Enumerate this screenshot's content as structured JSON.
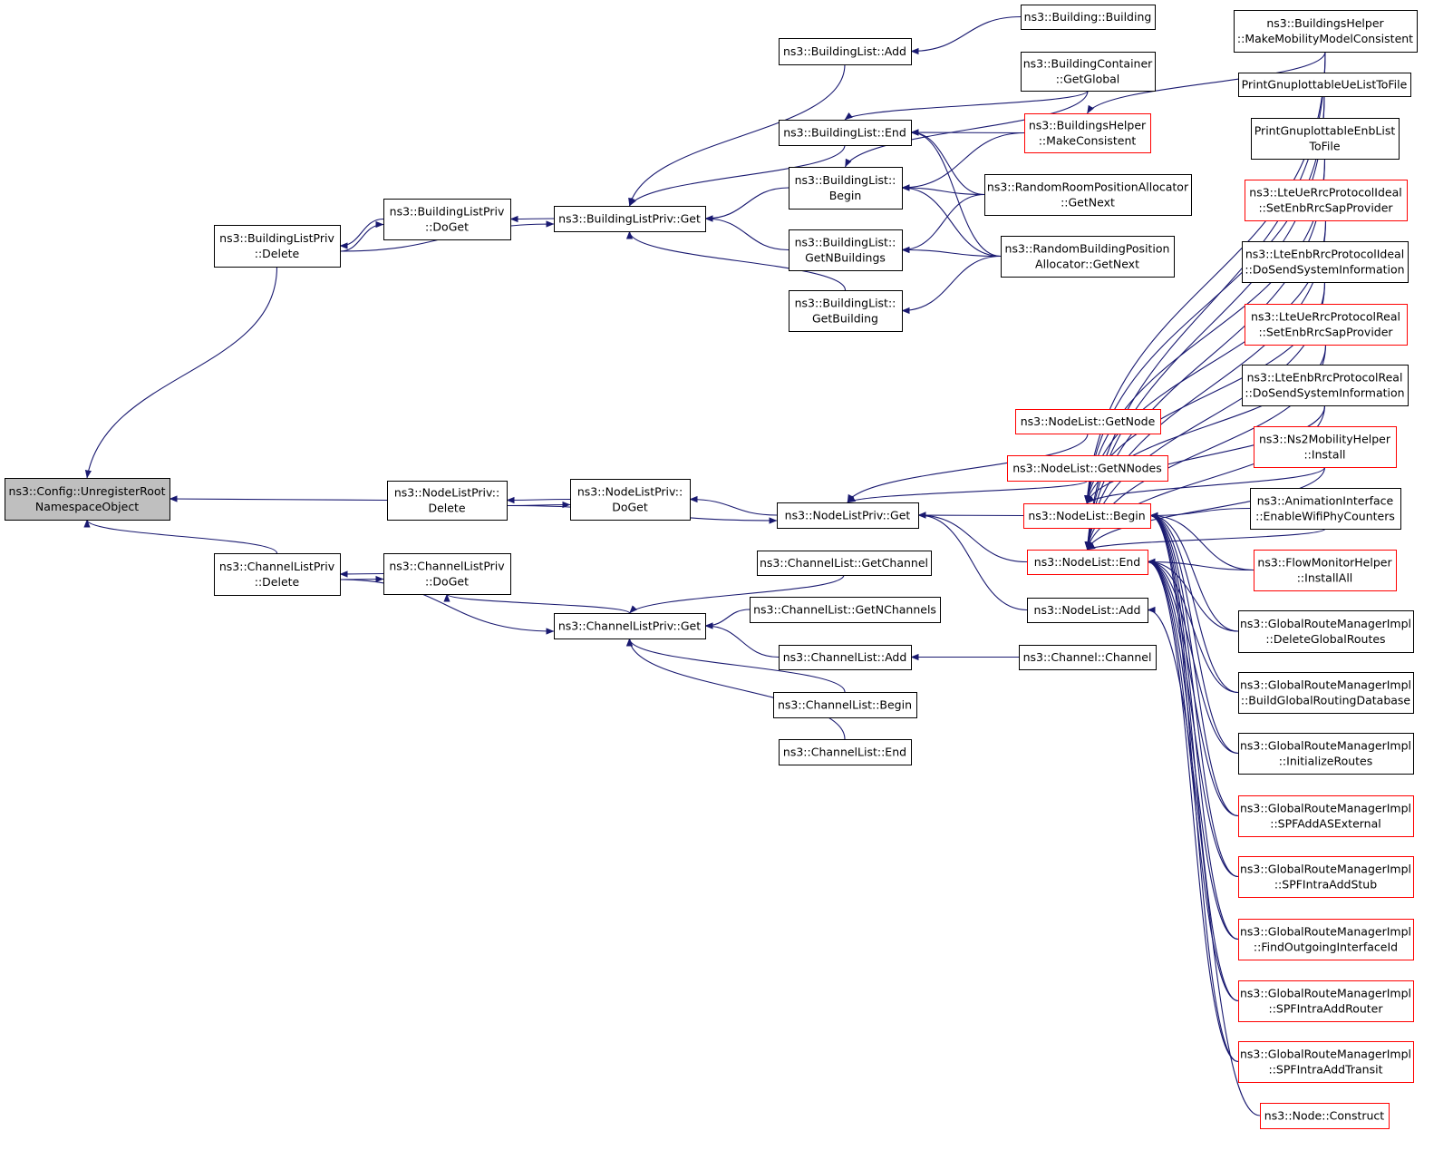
{
  "colors": {
    "edge": "#191970",
    "border_normal": "#000000",
    "border_red": "#ff0000",
    "root_fill": "#bfbfbf",
    "node_fill": "#ffffff",
    "text": "#000000"
  },
  "nodes": [
    {
      "id": "root",
      "lines": [
        "ns3::Config::UnregisterRoot",
        "NamespaceObject"
      ],
      "style": "root"
    },
    {
      "id": "blp_delete",
      "lines": [
        "ns3::BuildingListPriv",
        "::Delete"
      ],
      "style": "normal"
    },
    {
      "id": "nlp_delete",
      "lines": [
        "ns3::NodeListPriv::",
        "Delete"
      ],
      "style": "normal"
    },
    {
      "id": "clp_delete",
      "lines": [
        "ns3::ChannelListPriv",
        "::Delete"
      ],
      "style": "normal"
    },
    {
      "id": "blp_doget",
      "lines": [
        "ns3::BuildingListPriv",
        "::DoGet"
      ],
      "style": "normal"
    },
    {
      "id": "nlp_doget",
      "lines": [
        "ns3::NodeListPriv::",
        "DoGet"
      ],
      "style": "normal"
    },
    {
      "id": "clp_doget",
      "lines": [
        "ns3::ChannelListPriv",
        "::DoGet"
      ],
      "style": "normal"
    },
    {
      "id": "blp_get",
      "lines": [
        "ns3::BuildingListPriv::Get"
      ],
      "style": "normal"
    },
    {
      "id": "nlp_get",
      "lines": [
        "ns3::NodeListPriv::Get"
      ],
      "style": "normal"
    },
    {
      "id": "clp_get",
      "lines": [
        "ns3::ChannelListPriv::Get"
      ],
      "style": "normal"
    },
    {
      "id": "bl_add",
      "lines": [
        "ns3::BuildingList::Add"
      ],
      "style": "normal"
    },
    {
      "id": "bl_end",
      "lines": [
        "ns3::BuildingList::End"
      ],
      "style": "normal"
    },
    {
      "id": "bl_begin",
      "lines": [
        "ns3::BuildingList::",
        "Begin"
      ],
      "style": "normal"
    },
    {
      "id": "bl_getn",
      "lines": [
        "ns3::BuildingList::",
        "GetNBuildings"
      ],
      "style": "normal"
    },
    {
      "id": "bl_getb",
      "lines": [
        "ns3::BuildingList::",
        "GetBuilding"
      ],
      "style": "normal"
    },
    {
      "id": "b_building",
      "lines": [
        "ns3::Building::Building"
      ],
      "style": "normal"
    },
    {
      "id": "bc_getglobal",
      "lines": [
        "ns3::BuildingContainer",
        "::GetGlobal"
      ],
      "style": "normal"
    },
    {
      "id": "bh_makeconsistent",
      "lines": [
        "ns3::BuildingsHelper",
        "::MakeConsistent"
      ],
      "style": "red"
    },
    {
      "id": "rrpa_getnext",
      "lines": [
        "ns3::RandomRoomPositionAllocator",
        "::GetNext"
      ],
      "style": "normal"
    },
    {
      "id": "rbpa_getnext",
      "lines": [
        "ns3::RandomBuildingPosition",
        "Allocator::GetNext"
      ],
      "style": "normal"
    },
    {
      "id": "nl_getnode",
      "lines": [
        "ns3::NodeList::GetNode"
      ],
      "style": "red"
    },
    {
      "id": "nl_getnnodes",
      "lines": [
        "ns3::NodeList::GetNNodes"
      ],
      "style": "red"
    },
    {
      "id": "nl_begin",
      "lines": [
        "ns3::NodeList::Begin"
      ],
      "style": "red"
    },
    {
      "id": "nl_end",
      "lines": [
        "ns3::NodeList::End"
      ],
      "style": "red"
    },
    {
      "id": "nl_add",
      "lines": [
        "ns3::NodeList::Add"
      ],
      "style": "normal"
    },
    {
      "id": "cl_getchannel",
      "lines": [
        "ns3::ChannelList::GetChannel"
      ],
      "style": "normal"
    },
    {
      "id": "cl_getnchannels",
      "lines": [
        "ns3::ChannelList::GetNChannels"
      ],
      "style": "normal"
    },
    {
      "id": "cl_add",
      "lines": [
        "ns3::ChannelList::Add"
      ],
      "style": "normal"
    },
    {
      "id": "cl_begin",
      "lines": [
        "ns3::ChannelList::Begin"
      ],
      "style": "normal"
    },
    {
      "id": "cl_end",
      "lines": [
        "ns3::ChannelList::End"
      ],
      "style": "normal"
    },
    {
      "id": "ch_channel",
      "lines": [
        "ns3::Channel::Channel"
      ],
      "style": "normal"
    },
    {
      "id": "bh_mmmc",
      "lines": [
        "ns3::BuildingsHelper",
        "::MakeMobilityModelConsistent"
      ],
      "style": "normal"
    },
    {
      "id": "pgue",
      "lines": [
        "PrintGnuplottableUeListToFile"
      ],
      "style": "normal"
    },
    {
      "id": "pgenb",
      "lines": [
        "PrintGnuplottableEnbList",
        "ToFile"
      ],
      "style": "normal"
    },
    {
      "id": "lue_ideal",
      "lines": [
        "ns3::LteUeRrcProtocolIdeal",
        "::SetEnbRrcSapProvider"
      ],
      "style": "red"
    },
    {
      "id": "lenb_ideal",
      "lines": [
        "ns3::LteEnbRrcProtocolIdeal",
        "::DoSendSystemInformation"
      ],
      "style": "normal"
    },
    {
      "id": "lue_real",
      "lines": [
        "ns3::LteUeRrcProtocolReal",
        "::SetEnbRrcSapProvider"
      ],
      "style": "red"
    },
    {
      "id": "lenb_real",
      "lines": [
        "ns3::LteEnbRrcProtocolReal",
        "::DoSendSystemInformation"
      ],
      "style": "normal"
    },
    {
      "id": "ns2",
      "lines": [
        "ns3::Ns2MobilityHelper",
        "::Install"
      ],
      "style": "red"
    },
    {
      "id": "anim",
      "lines": [
        "ns3::AnimationInterface",
        "::EnableWifiPhyCounters"
      ],
      "style": "normal"
    },
    {
      "id": "flowmon",
      "lines": [
        "ns3::FlowMonitorHelper",
        "::InstallAll"
      ],
      "style": "red"
    },
    {
      "id": "grm_delete",
      "lines": [
        "ns3::GlobalRouteManagerImpl",
        "::DeleteGlobalRoutes"
      ],
      "style": "normal"
    },
    {
      "id": "grm_build",
      "lines": [
        "ns3::GlobalRouteManagerImpl",
        "::BuildGlobalRoutingDatabase"
      ],
      "style": "normal"
    },
    {
      "id": "grm_init",
      "lines": [
        "ns3::GlobalRouteManagerImpl",
        "::InitializeRoutes"
      ],
      "style": "normal"
    },
    {
      "id": "grm_spfext",
      "lines": [
        "ns3::GlobalRouteManagerImpl",
        "::SPFAddASExternal"
      ],
      "style": "red"
    },
    {
      "id": "grm_spfstub",
      "lines": [
        "ns3::GlobalRouteManagerImpl",
        "::SPFIntraAddStub"
      ],
      "style": "red"
    },
    {
      "id": "grm_find",
      "lines": [
        "ns3::GlobalRouteManagerImpl",
        "::FindOutgoingInterfaceId"
      ],
      "style": "red"
    },
    {
      "id": "grm_spfrouter",
      "lines": [
        "ns3::GlobalRouteManagerImpl",
        "::SPFIntraAddRouter"
      ],
      "style": "red"
    },
    {
      "id": "grm_spftransit",
      "lines": [
        "ns3::GlobalRouteManagerImpl",
        "::SPFIntraAddTransit"
      ],
      "style": "red"
    },
    {
      "id": "node_construct",
      "lines": [
        "ns3::Node::Construct"
      ],
      "style": "red"
    }
  ],
  "edges": [
    [
      "blp_delete",
      "root"
    ],
    [
      "nlp_delete",
      "root"
    ],
    [
      "clp_delete",
      "root"
    ],
    [
      "blp_doget",
      "blp_delete"
    ],
    [
      "blp_delete",
      "blp_doget"
    ],
    [
      "blp_delete",
      "blp_get"
    ],
    [
      "blp_get",
      "blp_doget"
    ],
    [
      "bl_add",
      "blp_get"
    ],
    [
      "bl_end",
      "blp_get"
    ],
    [
      "bl_begin",
      "blp_get"
    ],
    [
      "bl_getn",
      "blp_get"
    ],
    [
      "bl_getb",
      "blp_get"
    ],
    [
      "b_building",
      "bl_add"
    ],
    [
      "bc_getglobal",
      "bl_end"
    ],
    [
      "bh_makeconsistent",
      "bl_end"
    ],
    [
      "rrpa_getnext",
      "bl_end"
    ],
    [
      "rbpa_getnext",
      "bl_end"
    ],
    [
      "bc_getglobal",
      "bl_begin"
    ],
    [
      "bh_makeconsistent",
      "bl_begin"
    ],
    [
      "rrpa_getnext",
      "bl_begin"
    ],
    [
      "rbpa_getnext",
      "bl_begin"
    ],
    [
      "rrpa_getnext",
      "bl_getn"
    ],
    [
      "rbpa_getnext",
      "bl_getn"
    ],
    [
      "rbpa_getnext",
      "bl_getb"
    ],
    [
      "bh_mmmc",
      "bh_makeconsistent"
    ],
    [
      "nlp_doget",
      "nlp_delete"
    ],
    [
      "nlp_delete",
      "nlp_doget"
    ],
    [
      "nlp_delete",
      "nlp_get"
    ],
    [
      "nlp_get",
      "nlp_doget"
    ],
    [
      "nl_getnode",
      "nlp_get"
    ],
    [
      "nl_getnnodes",
      "nlp_get"
    ],
    [
      "nl_begin",
      "nlp_get"
    ],
    [
      "nl_end",
      "nlp_get"
    ],
    [
      "nl_add",
      "nlp_get"
    ],
    [
      "bh_mmmc",
      "nl_begin"
    ],
    [
      "pgue",
      "nl_begin"
    ],
    [
      "pgenb",
      "nl_begin"
    ],
    [
      "lue_ideal",
      "nl_begin"
    ],
    [
      "lenb_ideal",
      "nl_begin"
    ],
    [
      "lue_real",
      "nl_begin"
    ],
    [
      "lenb_real",
      "nl_begin"
    ],
    [
      "ns2",
      "nl_begin"
    ],
    [
      "anim",
      "nl_begin"
    ],
    [
      "flowmon",
      "nl_begin"
    ],
    [
      "grm_delete",
      "nl_begin"
    ],
    [
      "grm_build",
      "nl_begin"
    ],
    [
      "grm_init",
      "nl_begin"
    ],
    [
      "grm_spfext",
      "nl_begin"
    ],
    [
      "grm_spfstub",
      "nl_begin"
    ],
    [
      "grm_find",
      "nl_begin"
    ],
    [
      "grm_spfrouter",
      "nl_begin"
    ],
    [
      "grm_spftransit",
      "nl_begin"
    ],
    [
      "bh_mmmc",
      "nl_end"
    ],
    [
      "pgue",
      "nl_end"
    ],
    [
      "pgenb",
      "nl_end"
    ],
    [
      "lue_ideal",
      "nl_end"
    ],
    [
      "lenb_ideal",
      "nl_end"
    ],
    [
      "lue_real",
      "nl_end"
    ],
    [
      "lenb_real",
      "nl_end"
    ],
    [
      "ns2",
      "nl_end"
    ],
    [
      "anim",
      "nl_end"
    ],
    [
      "flowmon",
      "nl_end"
    ],
    [
      "grm_delete",
      "nl_end"
    ],
    [
      "grm_build",
      "nl_end"
    ],
    [
      "grm_init",
      "nl_end"
    ],
    [
      "grm_spfext",
      "nl_end"
    ],
    [
      "grm_spfstub",
      "nl_end"
    ],
    [
      "grm_find",
      "nl_end"
    ],
    [
      "grm_spfrouter",
      "nl_end"
    ],
    [
      "grm_spftransit",
      "nl_end"
    ],
    [
      "node_construct",
      "nl_add"
    ],
    [
      "clp_doget",
      "clp_delete"
    ],
    [
      "clp_delete",
      "clp_doget"
    ],
    [
      "clp_delete",
      "clp_get"
    ],
    [
      "clp_get",
      "clp_doget"
    ],
    [
      "cl_getchannel",
      "clp_get"
    ],
    [
      "cl_getnchannels",
      "clp_get"
    ],
    [
      "cl_add",
      "clp_get"
    ],
    [
      "cl_begin",
      "clp_get"
    ],
    [
      "cl_end",
      "clp_get"
    ],
    [
      "ch_channel",
      "cl_add"
    ]
  ]
}
